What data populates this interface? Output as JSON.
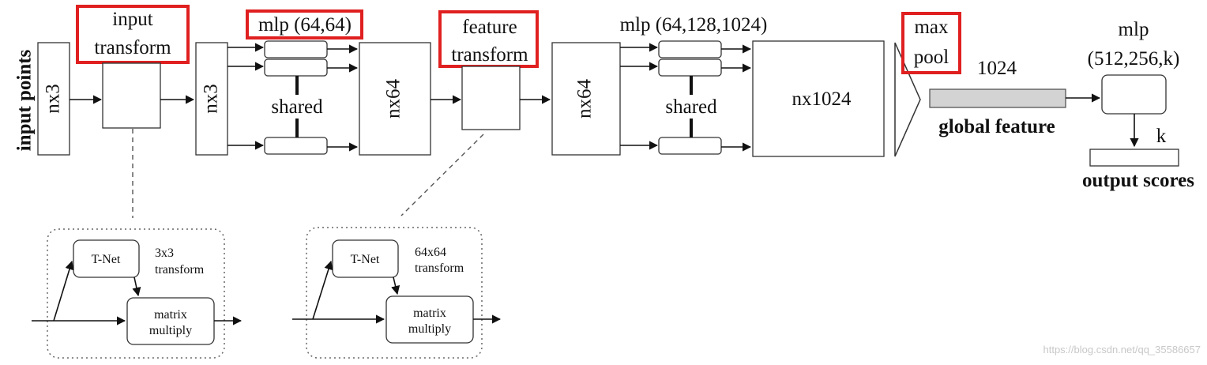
{
  "title": "",
  "labels": {
    "input_points": "input points",
    "nx3_a": "nx3",
    "input_transform": [
      "input",
      "transform"
    ],
    "nx3_b": "nx3",
    "mlp1": "mlp (64,64)",
    "shared1": "shared",
    "nx64_a": "nx64",
    "feature_transform": [
      "feature",
      "transform"
    ],
    "nx64_b": "nx64",
    "mlp2": "mlp (64,128,1024)",
    "shared2": "shared",
    "nx1024": "nx1024",
    "max_pool": [
      "max",
      "pool"
    ],
    "dim_1024": "1024",
    "global_feature": "global feature",
    "mlp3": [
      "mlp",
      "(512,256,k)"
    ],
    "k": "k",
    "output_scores": "output scores"
  },
  "detail_left": {
    "tnet": "T-Net",
    "transform": [
      "3x3",
      "transform"
    ],
    "matrix": [
      "matrix",
      "multiply"
    ]
  },
  "detail_right": {
    "tnet": "T-Net",
    "transform": [
      "64x64",
      "transform"
    ],
    "matrix": [
      "matrix",
      "multiply"
    ]
  },
  "watermark": "https://blog.csdn.net/qq_35586657",
  "colors": {
    "highlight": "#e02020",
    "global_bar": "#d3d3d3"
  }
}
